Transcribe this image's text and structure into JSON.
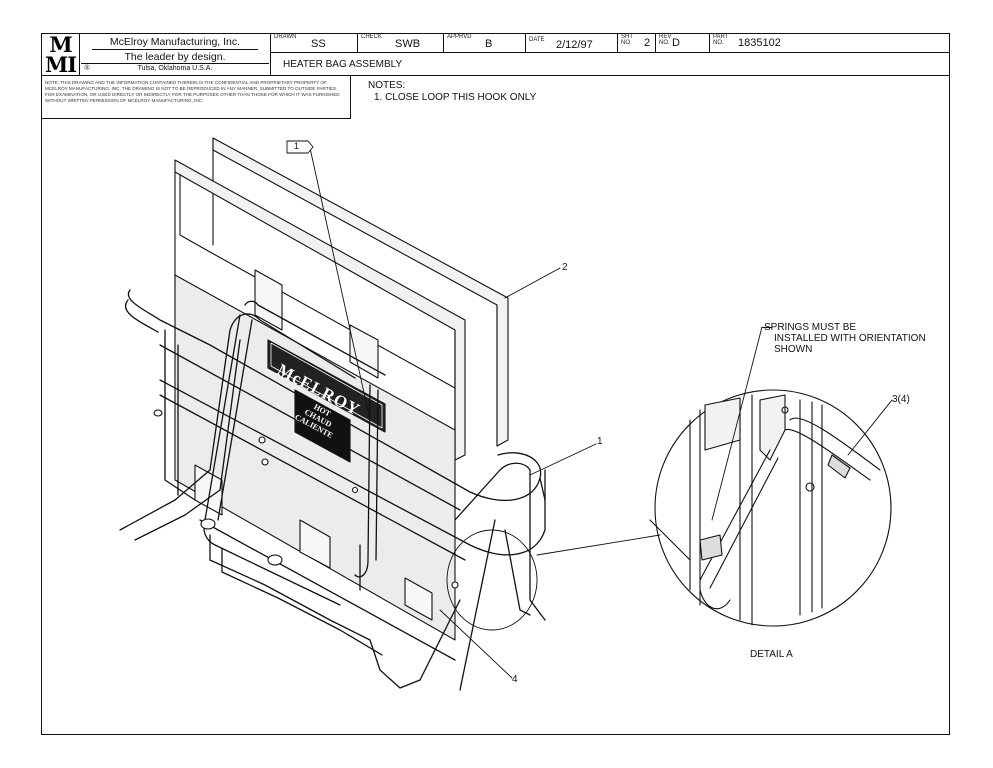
{
  "title_block": {
    "company": "McElroy Manufacturing, Inc.",
    "tagline": "The leader by design.",
    "location": "Tulsa, Oklahoma U.S.A.",
    "registered": "®",
    "logo_letters": [
      "M",
      "M",
      "M",
      "I"
    ],
    "drawn_label": "DRAWN",
    "drawn_value": "SS",
    "check_label": "CHECK",
    "check_value": "SWB",
    "apprvd_label": "APPRVD",
    "apprvd_value": "B",
    "date_label": "DATE",
    "date_value": "2/12/97",
    "sht_label": "SHT\nNo.",
    "sht_value": "2",
    "rev_label": "REV\nNo.",
    "rev_value": "D",
    "part_label": "PART\nNo.",
    "part_value": "1835102",
    "drawing_title": "HEATER BAG ASSEMBLY"
  },
  "confidential_note": "NOTE: THIS DRAWING AND THE INFORMATION CONTAINED THEREIN IS THE CONFIDENTIAL AND PROPRIETARY PROPERTY OF McElroy Manufacturing, Inc. THE DRAWING IS NOT TO BE REPRODUCED IN ANY MANNER, SUBMITTED TO OUTSIDE PARTIES FOR EXAMINATION, OR USED DIRECTLY OR INDIRECTLY FOR THE PURPOSES OTHER THAN THOSE FOR WHICH IT WAS FURNISHED WITHOUT WRITTEN PERMISSION OF McElroy Manufacturing, Inc.",
  "notes": {
    "heading": "NOTES:",
    "items": [
      "1. CLOSE LOOP THIS HOOK ONLY"
    ]
  },
  "callouts": {
    "flag_1": "1",
    "item_2": "2",
    "item_1": "1",
    "item_4": "4",
    "item_3": "3(4)",
    "springs_note": [
      "SPRINGS MUST BE",
      "INSTALLED WITH ORIENTATION",
      "SHOWN"
    ],
    "detail_label": "DETAIL A"
  },
  "bag_labels": {
    "brand": "McELROY",
    "warning": [
      "HOT",
      "CHAUD",
      "CALIENTE"
    ]
  }
}
